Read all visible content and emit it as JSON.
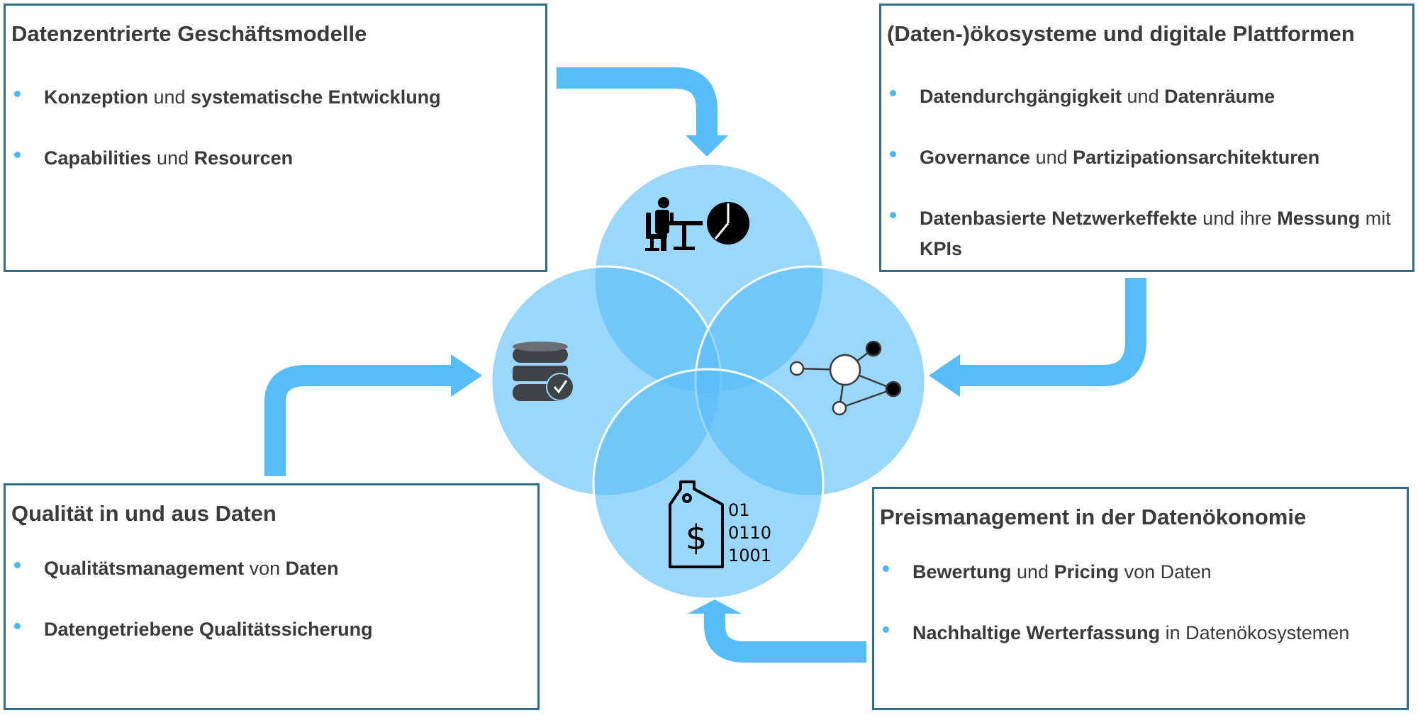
{
  "colors": {
    "accent": "#56bdf8",
    "circle": "#94d7f8",
    "border": "#2f6f8c",
    "icon": "#000000"
  },
  "boxes": {
    "top_left": {
      "title": "Datenzentrierte Geschäftsmodelle",
      "items": [
        [
          {
            "t": "Konzeption",
            "b": true
          },
          {
            "t": " und ",
            "b": false
          },
          {
            "t": "systematische Entwicklung",
            "b": true
          }
        ],
        [
          {
            "t": "Capabilities",
            "b": true
          },
          {
            "t": " und ",
            "b": false
          },
          {
            "t": "Resourcen",
            "b": true
          }
        ]
      ]
    },
    "top_right": {
      "title": "(Daten-)ökosysteme und digitale Plattformen",
      "items": [
        [
          {
            "t": "Datendurchgängigkeit",
            "b": true
          },
          {
            "t": " und ",
            "b": false
          },
          {
            "t": "Datenräume",
            "b": true
          }
        ],
        [
          {
            "t": "Governance",
            "b": true
          },
          {
            "t": " und ",
            "b": false
          },
          {
            "t": "Partizipationsarchitekturen",
            "b": true
          }
        ],
        [
          {
            "t": "Datenbasierte Netzwerkeffekte",
            "b": true
          },
          {
            "t": " und ihre ",
            "b": false
          },
          {
            "t": "Messung",
            "b": true
          },
          {
            "t": " mit ",
            "b": false
          },
          {
            "t": "KPIs",
            "b": true
          }
        ]
      ]
    },
    "bottom_left": {
      "title": "Qualität in und aus Daten",
      "items": [
        [
          {
            "t": "Qualitätsmanagement",
            "b": true
          },
          {
            "t": " von ",
            "b": false
          },
          {
            "t": "Daten",
            "b": true
          }
        ],
        [
          {
            "t": "Datengetriebene Qualitätssicherung",
            "b": true
          }
        ]
      ]
    },
    "bottom_right": {
      "title": "Preismanagement in der Datenökonomie",
      "items": [
        [
          {
            "t": "Bewertung",
            "b": true
          },
          {
            "t": " und ",
            "b": false
          },
          {
            "t": "Pricing",
            "b": true
          },
          {
            "t": " von Daten",
            "b": false
          }
        ],
        [
          {
            "t": "Nachhaltige Werterfassung",
            "b": true
          },
          {
            "t": " in Datenökosystemen",
            "b": false
          }
        ]
      ]
    }
  },
  "circles": [
    {
      "id": "top",
      "icon": "business-analyst-icon"
    },
    {
      "id": "left",
      "icon": "database-check-icon"
    },
    {
      "id": "right",
      "icon": "network-icon"
    },
    {
      "id": "bottom",
      "icon": "price-tag-icon"
    }
  ],
  "binary_lines": [
    "01",
    "0110",
    "1001"
  ],
  "arrows": [
    "arrow-top",
    "arrow-right",
    "arrow-bottom",
    "arrow-left"
  ]
}
